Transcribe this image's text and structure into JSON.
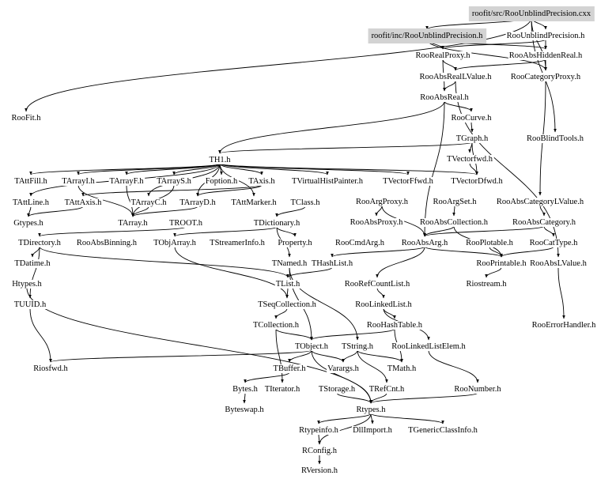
{
  "diagram": {
    "type": "include-dependency-graph",
    "root": "roofit/src/RooUnblindPrecision.cxx",
    "colors": {
      "background": "#ffffff",
      "highlight_box": "#d3d3d3",
      "edge": "#000000",
      "text": "#000000"
    },
    "nodes": [
      {
        "id": "src",
        "label": "roofit/src/RooUnblindPrecision.cxx",
        "highlight": true
      },
      {
        "id": "inc",
        "label": "roofit/inc/RooUnblindPrecision.h",
        "highlight": true
      },
      {
        "id": "RooUnblindPrecision",
        "label": "RooUnblindPrecision.h"
      },
      {
        "id": "RooRealProxy",
        "label": "RooRealProxy.h"
      },
      {
        "id": "RooAbsHiddenReal",
        "label": "RooAbsHiddenReal.h"
      },
      {
        "id": "RooAbsRealLValue",
        "label": "RooAbsRealLValue.h"
      },
      {
        "id": "RooCategoryProxy",
        "label": "RooCategoryProxy.h"
      },
      {
        "id": "RooFit",
        "label": "RooFit.h"
      },
      {
        "id": "RooAbsReal",
        "label": "RooAbsReal.h"
      },
      {
        "id": "RooCurve",
        "label": "RooCurve.h"
      },
      {
        "id": "TGraph",
        "label": "TGraph.h"
      },
      {
        "id": "RooBlindTools",
        "label": "RooBlindTools.h"
      },
      {
        "id": "TVectorfwd",
        "label": "TVectorfwd.h"
      },
      {
        "id": "TH1",
        "label": "TH1.h"
      },
      {
        "id": "TAttFill",
        "label": "TAttFill.h"
      },
      {
        "id": "TArrayI",
        "label": "TArrayI.h"
      },
      {
        "id": "TArrayF",
        "label": "TArrayF.h"
      },
      {
        "id": "TArrayS",
        "label": "TArrayS.h"
      },
      {
        "id": "Foption",
        "label": "Foption.h"
      },
      {
        "id": "TAxis",
        "label": "TAxis.h"
      },
      {
        "id": "TVirtualHistPainter",
        "label": "TVirtualHistPainter.h"
      },
      {
        "id": "TVectorFfwd",
        "label": "TVectorFfwd.h"
      },
      {
        "id": "TVectorDfwd",
        "label": "TVectorDfwd.h"
      },
      {
        "id": "TAttLine",
        "label": "TAttLine.h"
      },
      {
        "id": "TAttAxis",
        "label": "TAttAxis.h"
      },
      {
        "id": "TArrayC",
        "label": "TArrayC.h"
      },
      {
        "id": "TArrayD",
        "label": "TArrayD.h"
      },
      {
        "id": "TAttMarker",
        "label": "TAttMarker.h"
      },
      {
        "id": "TClass",
        "label": "TClass.h"
      },
      {
        "id": "RooArgProxy",
        "label": "RooArgProxy.h"
      },
      {
        "id": "RooArgSet",
        "label": "RooArgSet.h"
      },
      {
        "id": "RooAbsCategoryLValue",
        "label": "RooAbsCategoryLValue.h"
      },
      {
        "id": "Gtypes",
        "label": "Gtypes.h"
      },
      {
        "id": "TArray",
        "label": "TArray.h"
      },
      {
        "id": "TROOT",
        "label": "TROOT.h"
      },
      {
        "id": "TDictionary",
        "label": "TDictionary.h"
      },
      {
        "id": "RooAbsProxy",
        "label": "RooAbsProxy.h"
      },
      {
        "id": "RooAbsCollection",
        "label": "RooAbsCollection.h"
      },
      {
        "id": "RooAbsCategory",
        "label": "RooAbsCategory.h"
      },
      {
        "id": "TDirectory",
        "label": "TDirectory.h"
      },
      {
        "id": "RooAbsBinning",
        "label": "RooAbsBinning.h"
      },
      {
        "id": "TObjArray",
        "label": "TObjArray.h"
      },
      {
        "id": "TStreamerInfo",
        "label": "TStreamerInfo.h"
      },
      {
        "id": "Property",
        "label": "Property.h"
      },
      {
        "id": "RooCmdArg",
        "label": "RooCmdArg.h"
      },
      {
        "id": "RooAbsArg",
        "label": "RooAbsArg.h"
      },
      {
        "id": "RooPlotable",
        "label": "RooPlotable.h"
      },
      {
        "id": "RooCatType",
        "label": "RooCatType.h"
      },
      {
        "id": "TDatime",
        "label": "TDatime.h"
      },
      {
        "id": "TNamed",
        "label": "TNamed.h"
      },
      {
        "id": "THashList",
        "label": "THashList.h"
      },
      {
        "id": "RooPrintable",
        "label": "RooPrintable.h"
      },
      {
        "id": "RooAbsLValue",
        "label": "RooAbsLValue.h"
      },
      {
        "id": "Htypes",
        "label": "Htypes.h"
      },
      {
        "id": "TList",
        "label": "TList.h"
      },
      {
        "id": "RooRefCountList",
        "label": "RooRefCountList.h"
      },
      {
        "id": "Riostream",
        "label": "Riostream.h"
      },
      {
        "id": "TUUID",
        "label": "TUUID.h"
      },
      {
        "id": "TSeqCollection",
        "label": "TSeqCollection.h"
      },
      {
        "id": "RooLinkedList",
        "label": "RooLinkedList.h"
      },
      {
        "id": "TCollection",
        "label": "TCollection.h"
      },
      {
        "id": "RooHashTable",
        "label": "RooHashTable.h"
      },
      {
        "id": "RooErrorHandler",
        "label": "RooErrorHandler.h"
      },
      {
        "id": "TObject",
        "label": "TObject.h"
      },
      {
        "id": "TString",
        "label": "TString.h"
      },
      {
        "id": "RooLinkedListElem",
        "label": "RooLinkedListElem.h"
      },
      {
        "id": "Riosfwd",
        "label": "Riosfwd.h"
      },
      {
        "id": "TBuffer",
        "label": "TBuffer.h"
      },
      {
        "id": "Varargs",
        "label": "Varargs.h"
      },
      {
        "id": "TMath",
        "label": "TMath.h"
      },
      {
        "id": "Bytes",
        "label": "Bytes.h"
      },
      {
        "id": "TIterator",
        "label": "TIterator.h"
      },
      {
        "id": "TStorage",
        "label": "TStorage.h"
      },
      {
        "id": "TRefCnt",
        "label": "TRefCnt.h"
      },
      {
        "id": "RooNumber",
        "label": "RooNumber.h"
      },
      {
        "id": "Byteswap",
        "label": "Byteswap.h"
      },
      {
        "id": "Rtypes",
        "label": "Rtypes.h"
      },
      {
        "id": "Rtypeinfo",
        "label": "Rtypeinfo.h"
      },
      {
        "id": "DllImport",
        "label": "DllImport.h"
      },
      {
        "id": "TGenericClassInfo",
        "label": "TGenericClassInfo.h"
      },
      {
        "id": "RConfig",
        "label": "RConfig.h"
      },
      {
        "id": "RVersion",
        "label": "RVersion.h"
      }
    ],
    "edges": [
      [
        "src",
        "inc"
      ],
      [
        "src",
        "RooUnblindPrecision"
      ],
      [
        "src",
        "RooFit"
      ],
      [
        "src",
        "RooCategoryProxy"
      ],
      [
        "src",
        "RooBlindTools"
      ],
      [
        "inc",
        "RooRealProxy"
      ],
      [
        "inc",
        "RooAbsHiddenReal"
      ],
      [
        "inc",
        "RooCategoryProxy"
      ],
      [
        "RooUnblindPrecision",
        "RooAbsHiddenReal"
      ],
      [
        "RooUnblindPrecision",
        "RooRealProxy"
      ],
      [
        "RooAbsHiddenReal",
        "RooCategoryProxy"
      ],
      [
        "RooAbsHiddenReal",
        "RooAbsRealLValue"
      ],
      [
        "RooRealProxy",
        "RooAbsRealLValue"
      ],
      [
        "RooRealProxy",
        "RooAbsReal"
      ],
      [
        "RooAbsRealLValue",
        "RooAbsReal"
      ],
      [
        "RooAbsRealLValue",
        "RooAbsLValue"
      ],
      [
        "RooCategoryProxy",
        "RooAbsCategoryLValue"
      ],
      [
        "RooAbsReal",
        "RooCurve"
      ],
      [
        "RooAbsReal",
        "RooAbsArg"
      ],
      [
        "RooAbsReal",
        "TH1"
      ],
      [
        "RooCurve",
        "TGraph"
      ],
      [
        "TGraph",
        "TVectorfwd"
      ],
      [
        "TGraph",
        "TVectorDfwd"
      ],
      [
        "TGraph",
        "TH1"
      ],
      [
        "TVectorfwd",
        "TVectorDfwd"
      ],
      [
        "TH1",
        "TAttFill"
      ],
      [
        "TH1",
        "TArrayI"
      ],
      [
        "TH1",
        "TArrayF"
      ],
      [
        "TH1",
        "TArrayS"
      ],
      [
        "TH1",
        "Foption"
      ],
      [
        "TH1",
        "TAxis"
      ],
      [
        "TH1",
        "TVirtualHistPainter"
      ],
      [
        "TH1",
        "TVectorFfwd"
      ],
      [
        "TH1",
        "TVectorDfwd"
      ],
      [
        "TH1",
        "TAttLine"
      ],
      [
        "TH1",
        "TArrayC"
      ],
      [
        "TH1",
        "TArrayD"
      ],
      [
        "TH1",
        "TAttMarker"
      ],
      [
        "TAttLine",
        "Gtypes"
      ],
      [
        "TAttAxis",
        "Gtypes"
      ],
      [
        "TAxis",
        "TAttAxis"
      ],
      [
        "TAxis",
        "TArrayD"
      ],
      [
        "TArrayI",
        "TArray"
      ],
      [
        "TArrayF",
        "TArray"
      ],
      [
        "TArrayS",
        "TArray"
      ],
      [
        "TArrayC",
        "TArray"
      ],
      [
        "TArrayD",
        "TArray"
      ],
      [
        "TClass",
        "TDictionary"
      ],
      [
        "TDictionary",
        "TObjArray"
      ],
      [
        "TDictionary",
        "Property"
      ],
      [
        "TDictionary",
        "TNamed"
      ],
      [
        "TROOT",
        "TDirectory"
      ],
      [
        "TDirectory",
        "TDatime"
      ],
      [
        "TDirectory",
        "TUUID"
      ],
      [
        "TDirectory",
        "TList"
      ],
      [
        "TObjArray",
        "TSeqCollection"
      ],
      [
        "TList",
        "TSeqCollection"
      ],
      [
        "TSeqCollection",
        "TCollection"
      ],
      [
        "TCollection",
        "TObject"
      ],
      [
        "TCollection",
        "TIterator"
      ],
      [
        "TNamed",
        "TObject"
      ],
      [
        "TNamed",
        "TString"
      ],
      [
        "THashList",
        "TList"
      ],
      [
        "RooArgProxy",
        "RooAbsProxy"
      ],
      [
        "RooArgProxy",
        "RooAbsArg"
      ],
      [
        "RooArgSet",
        "RooAbsCollection"
      ],
      [
        "RooAbsCollection",
        "RooAbsArg"
      ],
      [
        "RooAbsCollection",
        "RooPrintable"
      ],
      [
        "RooAbsCategoryLValue",
        "RooAbsCategory"
      ],
      [
        "RooAbsCategory",
        "RooCatType"
      ],
      [
        "RooAbsCategory",
        "RooAbsArg"
      ],
      [
        "RooCatType",
        "RooPrintable"
      ],
      [
        "RooAbsArg",
        "RooRefCountList"
      ],
      [
        "RooAbsArg",
        "THashList"
      ],
      [
        "RooAbsArg",
        "RooPrintable"
      ],
      [
        "RooPlotable",
        "RooPrintable"
      ],
      [
        "RooPrintable",
        "Riostream"
      ],
      [
        "RooAbsLValue",
        "RooErrorHandler"
      ],
      [
        "RooRefCountList",
        "RooLinkedList"
      ],
      [
        "RooLinkedList",
        "RooHashTable"
      ],
      [
        "RooLinkedList",
        "RooLinkedListElem"
      ],
      [
        "RooHashTable",
        "TObject"
      ],
      [
        "RooHashTable",
        "TMath"
      ],
      [
        "RooLinkedListElem",
        "RooNumber"
      ],
      [
        "TObject",
        "TBuffer"
      ],
      [
        "TObject",
        "Varargs"
      ],
      [
        "TObject",
        "Riosfwd"
      ],
      [
        "TObject",
        "Rtypes"
      ],
      [
        "TString",
        "Varargs"
      ],
      [
        "TString",
        "TRefCnt"
      ],
      [
        "TString",
        "TMath"
      ],
      [
        "TBuffer",
        "Bytes"
      ],
      [
        "Bytes",
        "Byteswap"
      ],
      [
        "TStorage",
        "Rtypes"
      ],
      [
        "TRefCnt",
        "Rtypes"
      ],
      [
        "RooNumber",
        "Rtypes"
      ],
      [
        "TUUID",
        "Riosfwd"
      ],
      [
        "Htypes",
        "Rtypes"
      ],
      [
        "Rtypes",
        "Rtypeinfo"
      ],
      [
        "Rtypes",
        "DllImport"
      ],
      [
        "Rtypes",
        "TGenericClassInfo"
      ],
      [
        "Rtypes",
        "RConfig"
      ],
      [
        "Rtypeinfo",
        "RConfig"
      ],
      [
        "RConfig",
        "RVersion"
      ]
    ]
  }
}
